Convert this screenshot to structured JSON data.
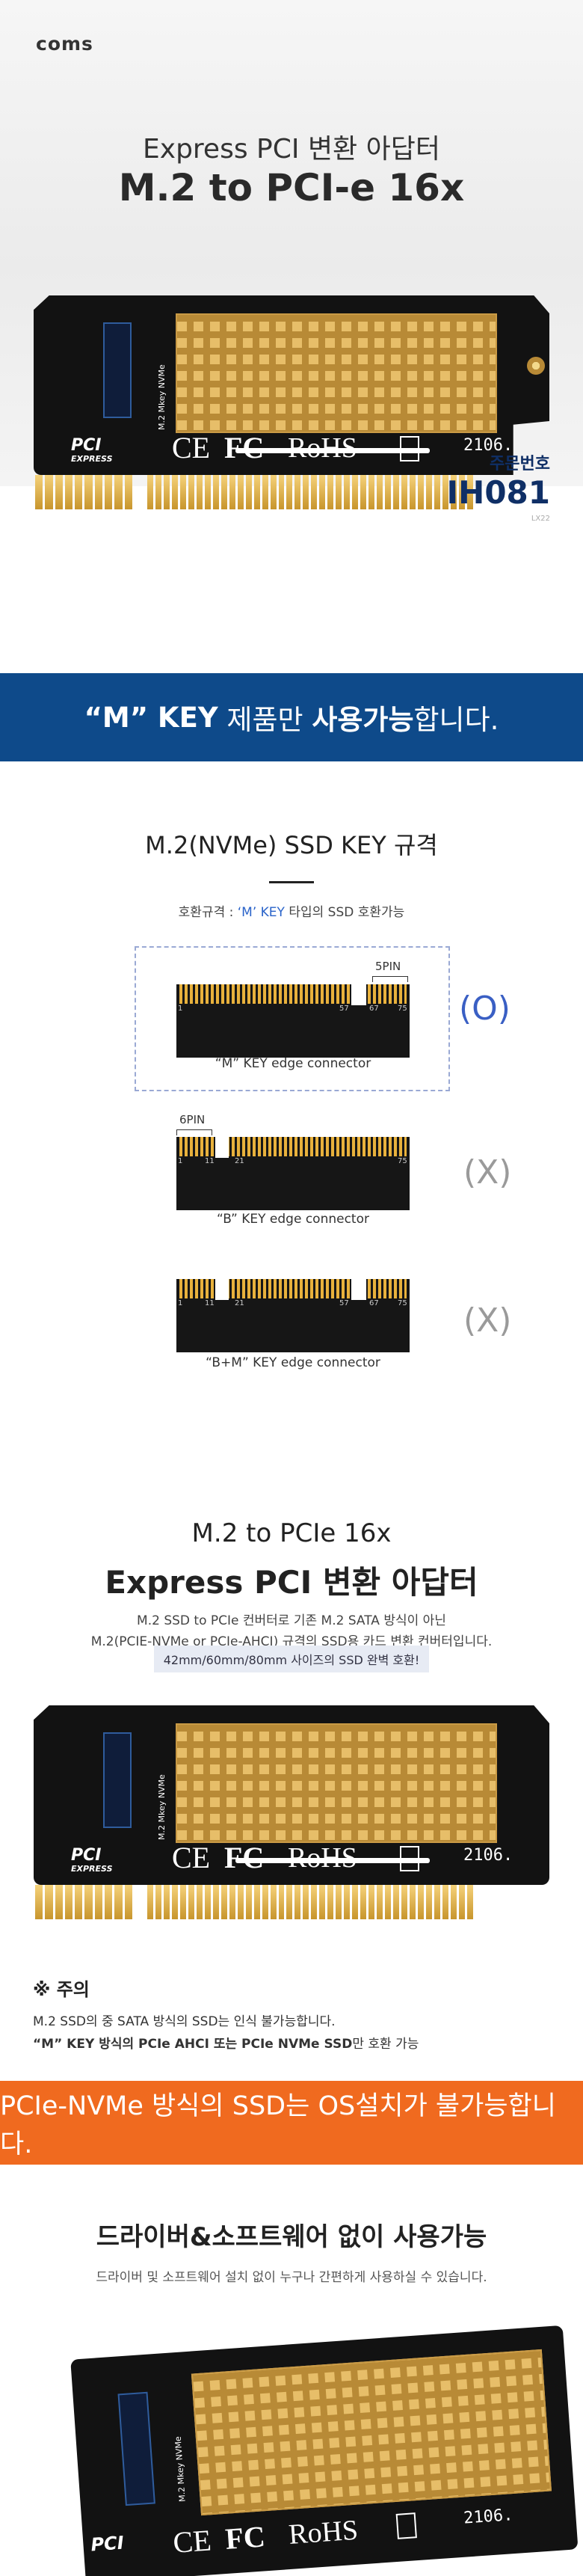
{
  "brand": {
    "logo": "coms"
  },
  "hero": {
    "subtitle": "Express PCI 변환 아답터",
    "title": "M.2 to PCI-e 16x"
  },
  "card": {
    "pci_logo_top": "PCI",
    "pci_logo_bottom": "EXPRESS",
    "ce": "CE",
    "fc": "FC",
    "rohs": "RoHS",
    "date": "2106.",
    "slot_label": "M.2 Mkey NVMe"
  },
  "order": {
    "label": "주문번호",
    "code": "IH081",
    "small": "LX22"
  },
  "banner_blue": {
    "quote": "“M” KEY",
    "text_normal": " 제품만 ",
    "text_bold": "사용가능",
    "text_tail": "합니다."
  },
  "key_section": {
    "title": "M.2(NVMe) SSD KEY 규격",
    "compat_prefix": "호환규격 : ",
    "compat_highlight": "‘M’ KEY",
    "compat_suffix": " 타입의 SSD 호환가능",
    "connectors": [
      {
        "caption": "“M” KEY edge connector",
        "pin_note": "5PIN",
        "mark": "(O)",
        "nums": [
          "1",
          "57",
          "67",
          "75"
        ],
        "mark_color": "#3a5fc4"
      },
      {
        "caption": "“B” KEY edge connector",
        "pin_note": "6PIN",
        "mark": "(X)",
        "nums": [
          "1",
          "11",
          "21",
          "75"
        ],
        "mark_color": "#9a9a9a"
      },
      {
        "caption": "“B+M” KEY edge connector",
        "pin_note": "",
        "mark": "(X)",
        "nums": [
          "1",
          "11",
          "21",
          "57",
          "67",
          "75"
        ],
        "mark_color": "#9a9a9a"
      }
    ]
  },
  "express": {
    "subtitle": "M.2 to PCIe 16x",
    "title": "Express PCI 변환 아답터",
    "desc1": "M.2 SSD to PCIe 컨버터로 기존 M.2 SATA 방식이 아닌",
    "desc2": "M.2(PCIE-NVMe or PCIe-AHCI) 규격의 SSD용 카드 변환 컨버터입니다.",
    "pill": "42mm/60mm/80mm 사이즈의 SSD 완벽 호환!"
  },
  "note": {
    "title": "※ 주의",
    "line1": "M.2 SSD의 중 SATA 방식의 SSD는 인식 불가능합니다.",
    "line2_bold": "“M” KEY 방식의 PCIe AHCI 또는 PCIe NVMe SSD",
    "line2_tail": "만 호환 가능"
  },
  "banner_orange": {
    "text": "PCIe-NVMe 방식의 SSD는 OS설치가 불가능합니다."
  },
  "driver": {
    "title": "드라이버&소프트웨어 없이 사용가능",
    "desc": "드라이버 및 소프트웨어 설치 없이 누구나 간편하게 사용하실 수 있습니다."
  },
  "colors": {
    "blue_banner": "#0e4a8a",
    "orange_banner": "#f06a1f",
    "order_code": "#0f2f66",
    "highlight": "#2a63c9"
  }
}
